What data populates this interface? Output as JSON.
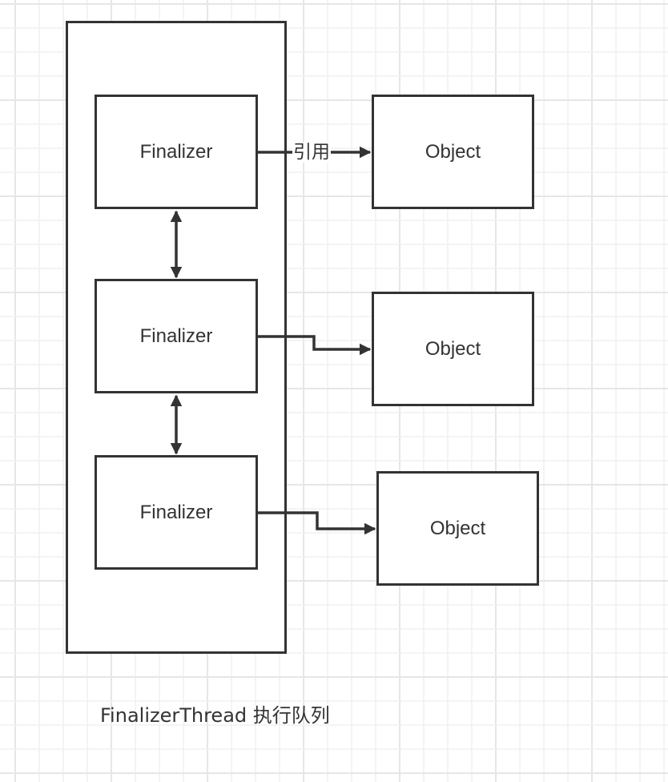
{
  "diagram": {
    "container": {
      "caption": "FinalizerThread 执行队列"
    },
    "finalizers": [
      {
        "label": "Finalizer"
      },
      {
        "label": "Finalizer"
      },
      {
        "label": "Finalizer"
      }
    ],
    "objects": [
      {
        "label": "Object"
      },
      {
        "label": "Object"
      },
      {
        "label": "Object"
      }
    ],
    "edges": [
      {
        "from": "finalizer-1",
        "to": "object-1",
        "label": "引用",
        "style": "straight-arrow"
      },
      {
        "from": "finalizer-2",
        "to": "object-2",
        "label": "",
        "style": "elbow-arrow"
      },
      {
        "from": "finalizer-3",
        "to": "object-3",
        "label": "",
        "style": "elbow-arrow"
      },
      {
        "from": "finalizer-1",
        "to": "finalizer-2",
        "label": "",
        "style": "double-arrow"
      },
      {
        "from": "finalizer-2",
        "to": "finalizer-3",
        "label": "",
        "style": "double-arrow"
      }
    ]
  },
  "colors": {
    "stroke": "#333333",
    "grid_minor": "#f0f0f0",
    "grid_major": "#e6e6e6",
    "background": "#ffffff"
  }
}
